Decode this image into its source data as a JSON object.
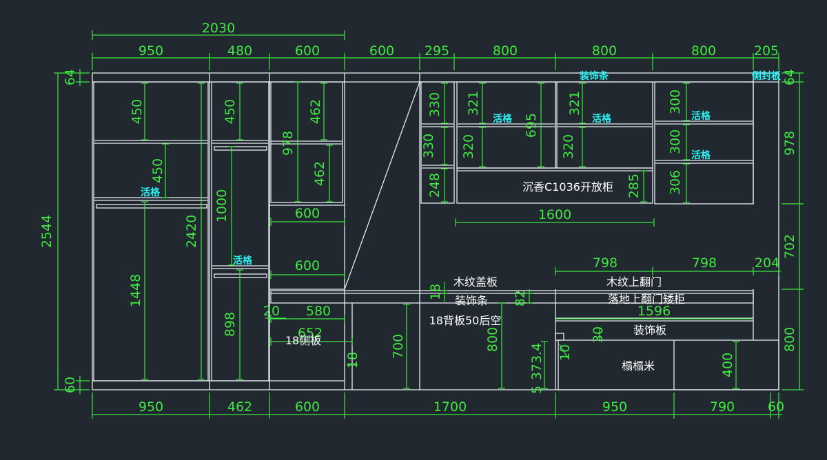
{
  "colors": {
    "background": "#212830",
    "outline": "#e8ecf0",
    "dimension": "#3ee83e",
    "annotation_cyan": "#2ef0f0",
    "note_white": "#ffffff"
  },
  "dims": {
    "top_total": "2030",
    "top": [
      "950",
      "480",
      "600",
      "600",
      "295",
      "800",
      "800",
      "800",
      "205"
    ],
    "bottom": [
      "950",
      "462",
      "600",
      "1700",
      "950",
      "790",
      "60"
    ],
    "left_total": "2544",
    "left_top": "64",
    "left_bottom": "60",
    "right": [
      "64",
      "978",
      "702",
      "800"
    ],
    "w1": [
      "450",
      "450",
      "1448",
      "2420"
    ],
    "w2": [
      "450",
      "1000",
      "898"
    ],
    "w3": [
      "978",
      "462",
      "462",
      "600",
      "600",
      "580",
      "652",
      "20"
    ],
    "upper": [
      "330",
      "330",
      "248",
      "321",
      "320",
      "695",
      "321",
      "320",
      "285",
      "300",
      "300",
      "306",
      "1600"
    ],
    "lower": [
      "798",
      "798",
      "204",
      "1596",
      "18",
      "82",
      "700",
      "800",
      "18",
      "5",
      "373.4",
      "10",
      "30",
      "400"
    ]
  },
  "labels": {
    "live_shelf": "活格",
    "deco_strip_top": "装饰条",
    "side_seal": "侧封板",
    "open_cabinet": "沉香C1036开放柜",
    "wood_cover": "木纹盖板",
    "deco_strip": "装饰条",
    "back_board": "18背板50后空",
    "side_board": "18侧板",
    "wood_flip_door": "木纹上翻门",
    "floor_cabinet": "落地上翻门矮柜",
    "deco_board": "装饰板",
    "tatami": "榻榻米"
  }
}
